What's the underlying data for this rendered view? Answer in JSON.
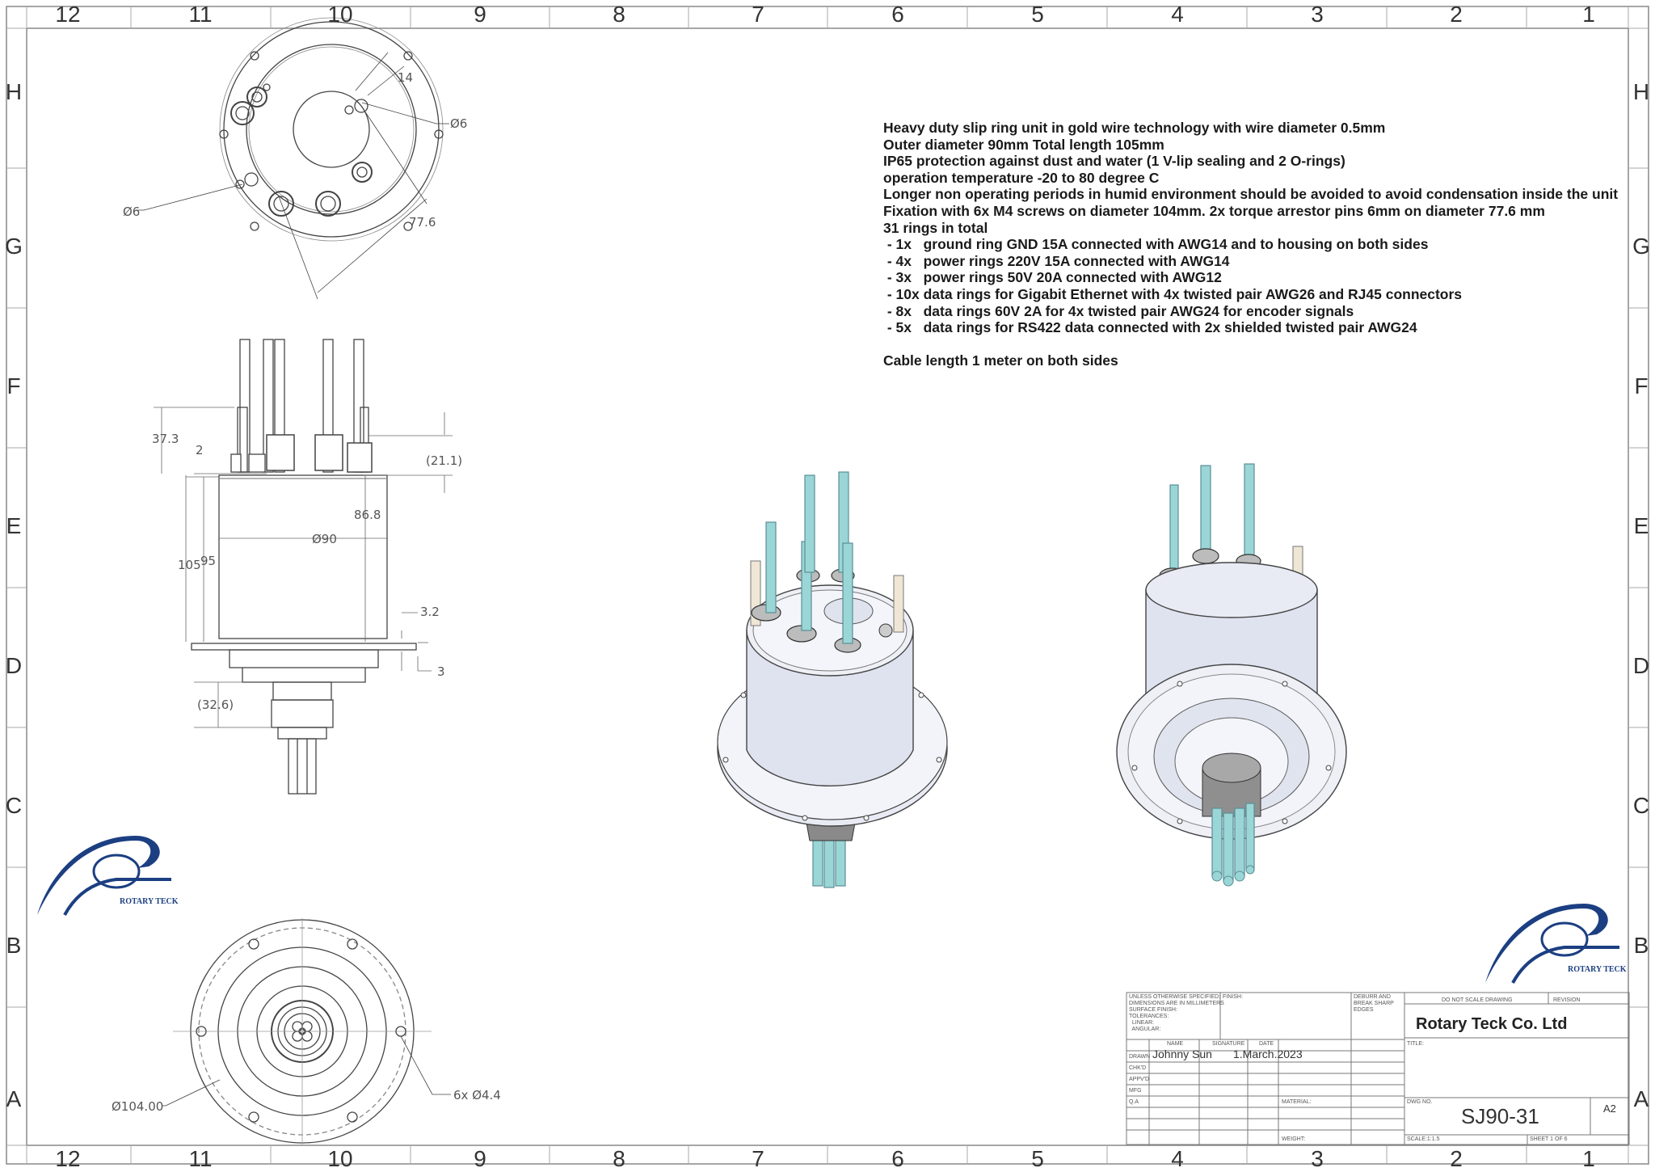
{
  "zones": {
    "columns": [
      "12",
      "11",
      "10",
      "9",
      "8",
      "7",
      "6",
      "5",
      "4",
      "3",
      "2",
      "1"
    ],
    "rows": [
      "H",
      "G",
      "F",
      "E",
      "D",
      "C",
      "B",
      "A"
    ]
  },
  "notes": [
    "Heavy duty slip ring unit in gold wire technology with wire diameter 0.5mm",
    "Outer diameter 90mm Total length 105mm",
    "IP65 protection against dust and water (1 V-lip sealing and 2 O-rings)",
    "operation temperature -20 to 80 degree C",
    "Longer non operating periods in humid environment should be avoided to avoid condensation inside the unit",
    "Fixation with 6x M4 screws on diameter 104mm. 2x torque arrestor pins 6mm on diameter 77.6 mm",
    "31 rings in total",
    " - 1x   ground ring GND 15A connected with AWG14 and to housing on both sides",
    " - 4x   power rings 220V 15A connected with AWG14",
    " - 3x   power rings 50V 20A connected with AWG12",
    " - 10x data rings for Gigabit Ethernet with 4x twisted pair AWG26 and RJ45 connectors",
    " - 8x   data rings 60V 2A for 4x twisted pair AWG24 for encoder signals",
    " - 5x   data rings for RS422 data connected with 2x shielded twisted pair AWG24",
    "",
    "Cable length 1 meter on both sides"
  ],
  "dimensions": {
    "top_view": {
      "d6_right": "Ø6",
      "d6_left": "Ø6",
      "d14": "14",
      "d77_6": "77.6"
    },
    "side_view": {
      "d37_3": "37.3",
      "d2": "2",
      "d21_1": "(21.1)",
      "d86_8": "86.8",
      "d90": "Ø90",
      "d105": "105",
      "d95": "95",
      "d3_2": "3.2",
      "d3": "3",
      "d32_6": "(32.6)"
    },
    "bottom_view": {
      "d104": "Ø104.00",
      "d6x4_4": "6x Ø4.4"
    }
  },
  "logo": {
    "text": "ROTARY TECK",
    "color": "#1c3f82"
  },
  "title_block": {
    "tolerances": [
      "UNLESS OTHERWISE SPECIFIED:",
      "DIMENSIONS ARE IN MILLIMETERS",
      "SURFACE FINISH:",
      "TOLERANCES:",
      "  LINEAR:",
      "  ANGULAR:"
    ],
    "finish_label": "FINISH:",
    "deburr_label": [
      "DEBURR AND",
      "BREAK SHARP",
      "EDGES"
    ],
    "do_not_scale": "DO NOT SCALE DRAWING",
    "revision_label": "REVISION",
    "company": "Rotary Teck Co. Ltd",
    "title_label": "TITLE:",
    "col_name": "NAME",
    "col_signature": "SIGNATURE",
    "col_date": "DATE",
    "rows": [
      "DRAWN",
      "CHK'D",
      "APPV'D",
      "MFG",
      "Q.A"
    ],
    "drawn_name": "Johnny Sun",
    "drawn_date": "1.March.2023",
    "material_label": "MATERIAL:",
    "dwg_no_label": "DWG NO.",
    "dwg_no": "SJ90-31",
    "size": "A2",
    "weight_label": "WEIGHT:",
    "scale_label": "SCALE:1:1.5",
    "sheet_label": "SHEET 1 OF 6"
  },
  "colors": {
    "cable": "#9ad6d6",
    "cable_stroke": "#5a8e96",
    "housing": "#dfe3ef",
    "pin": "#efe6d6"
  }
}
